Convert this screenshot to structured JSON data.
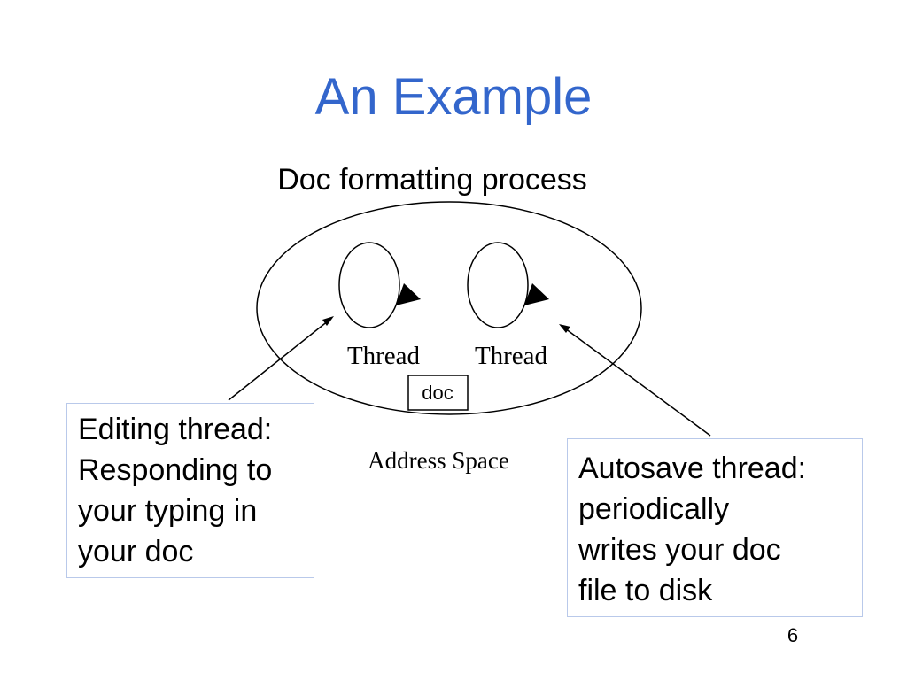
{
  "slide": {
    "title": "An Example",
    "page_number": "6"
  },
  "diagram": {
    "process_label": "Doc formatting process",
    "threads": [
      {
        "label": "Thread"
      },
      {
        "label": "Thread"
      }
    ],
    "doc_label": "doc",
    "address_space_label": "Address Space"
  },
  "callouts": {
    "editing": {
      "lines": [
        "Editing thread:",
        "Responding to",
        "your typing in",
        "your doc"
      ]
    },
    "autosave": {
      "lines": [
        "Autosave thread:",
        "periodically",
        "writes your doc",
        "file to disk"
      ]
    }
  }
}
